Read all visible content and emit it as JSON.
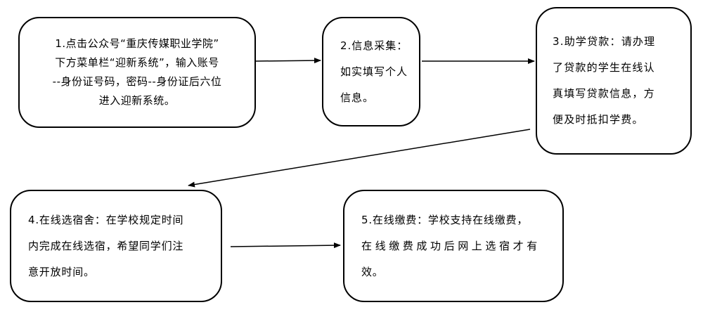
{
  "steps": [
    {
      "lines": [
        "1.点击公众号“重庆传媒职业学院”",
        "下方菜单栏“迎新系统”，输入账号",
        "--身份证号码，密码--身份证后六位",
        "进入迎新系统。"
      ]
    },
    {
      "lines": [
        "2.信息采集：",
        "如实填写个人",
        "信息。"
      ]
    },
    {
      "lines": [
        "3.助学贷款：请办理",
        "了贷款的学生在线认",
        "真填写贷款信息，方",
        "便及时抵扣学费。"
      ]
    },
    {
      "lines": [
        "4.在线选宿舍：在学校规定时间",
        "内完成在线选宿，希望同学们注",
        "意开放时间。"
      ]
    },
    {
      "lines": [
        "5.在线缴费：学校支持在线缴费，",
        "在线缴费成功后网上选宿才有",
        "效。"
      ]
    }
  ]
}
